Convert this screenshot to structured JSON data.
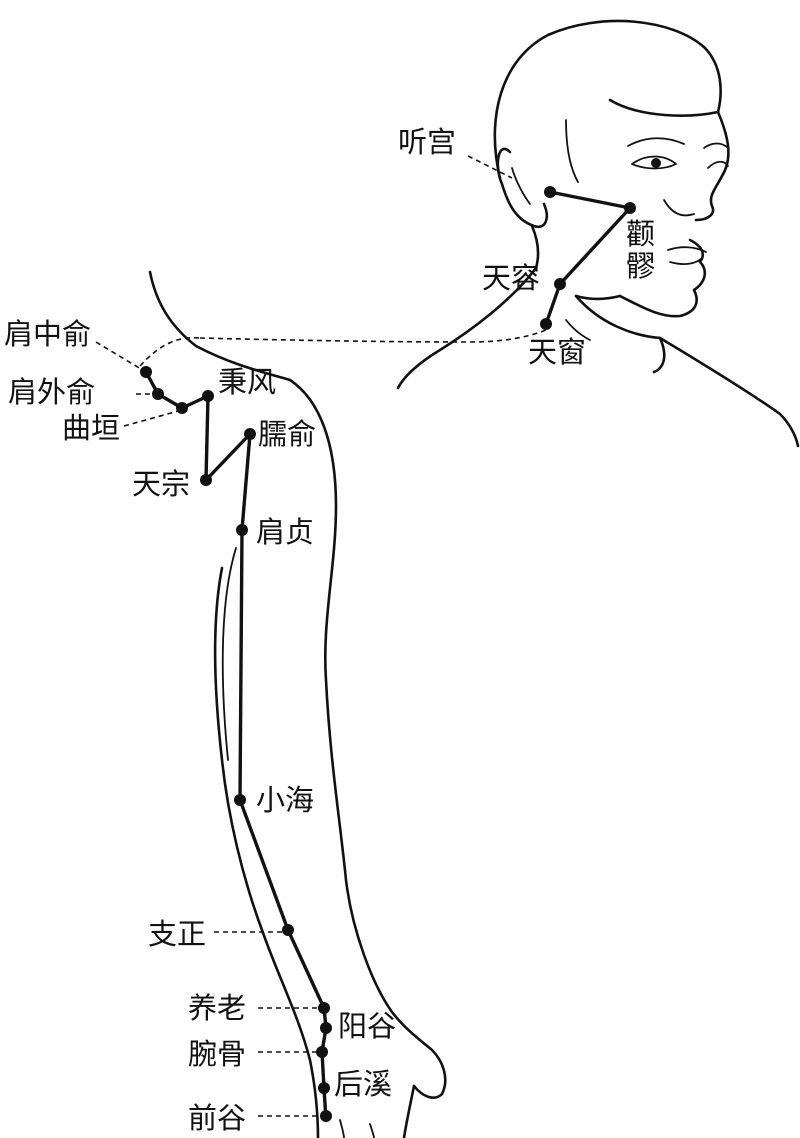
{
  "points": [
    {
      "id": "tinggong",
      "label": "听宫"
    },
    {
      "id": "quanliao",
      "label": "颧髎"
    },
    {
      "id": "tianrong",
      "label": "天容"
    },
    {
      "id": "tianchuang",
      "label": "天窗"
    },
    {
      "id": "jianzhongshu",
      "label": "肩中俞"
    },
    {
      "id": "jianwaishu",
      "label": "肩外俞"
    },
    {
      "id": "quyuan",
      "label": "曲垣"
    },
    {
      "id": "bingfeng",
      "label": "秉风"
    },
    {
      "id": "naoshu",
      "label": "臑俞"
    },
    {
      "id": "tianzong",
      "label": "天宗"
    },
    {
      "id": "jianzhen",
      "label": "肩贞"
    },
    {
      "id": "xiaohai",
      "label": "小海"
    },
    {
      "id": "zhizheng",
      "label": "支正"
    },
    {
      "id": "yanglao",
      "label": "养老"
    },
    {
      "id": "yanggu",
      "label": "阳谷"
    },
    {
      "id": "wangu",
      "label": "腕骨"
    },
    {
      "id": "houxi",
      "label": "后溪"
    },
    {
      "id": "qiangu",
      "label": "前谷"
    }
  ],
  "colors": {
    "ink": "#111111",
    "background": "#ffffff"
  }
}
